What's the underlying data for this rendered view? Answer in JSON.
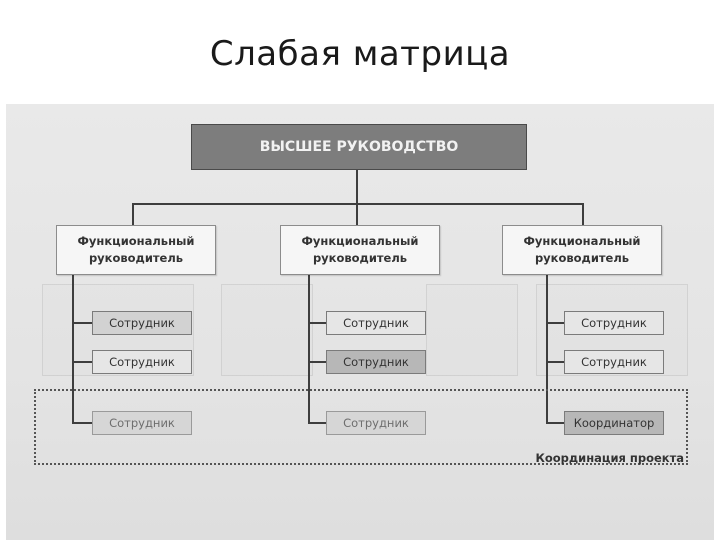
{
  "slide": {
    "title": "Слабая матрица"
  },
  "diagram": {
    "top_management": "ВЫСШЕЕ РУКОВОДСТВО",
    "functional_managers": [
      "Функциональный\nруководитель",
      "Функциональный\nруководитель",
      "Функциональный\nруководитель"
    ],
    "columns": [
      {
        "employees": [
          "Сотрудник",
          "Сотрудник",
          "Сотрудник"
        ]
      },
      {
        "employees": [
          "Сотрудник",
          "Сотрудник",
          "Сотрудник"
        ]
      },
      {
        "employees": [
          "Сотрудник",
          "Сотрудник",
          "Координатор"
        ]
      }
    ],
    "project_zone_label": "Координация проекта"
  }
}
